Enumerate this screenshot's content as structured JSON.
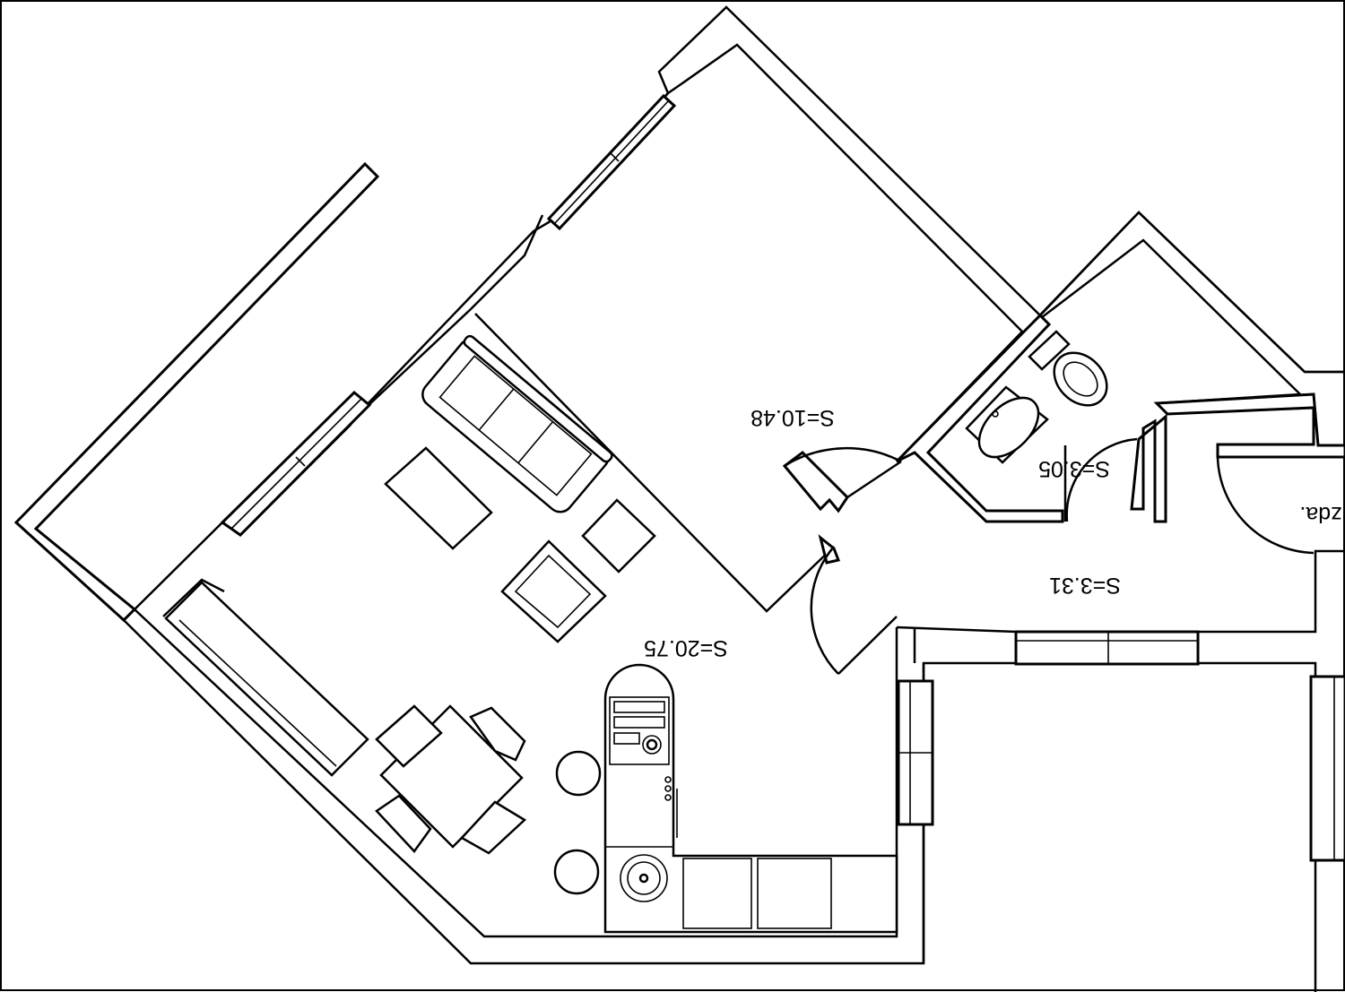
{
  "rooms": {
    "bedroom": {
      "area_label": "S=10.48"
    },
    "living_kitchen": {
      "area_label": "S=20.75"
    },
    "bathroom": {
      "area_label": "S=3.05"
    },
    "hallway": {
      "area_label": "S=3.31"
    }
  },
  "exterior": {
    "text": "zda."
  },
  "orientation": "rotated 180°"
}
